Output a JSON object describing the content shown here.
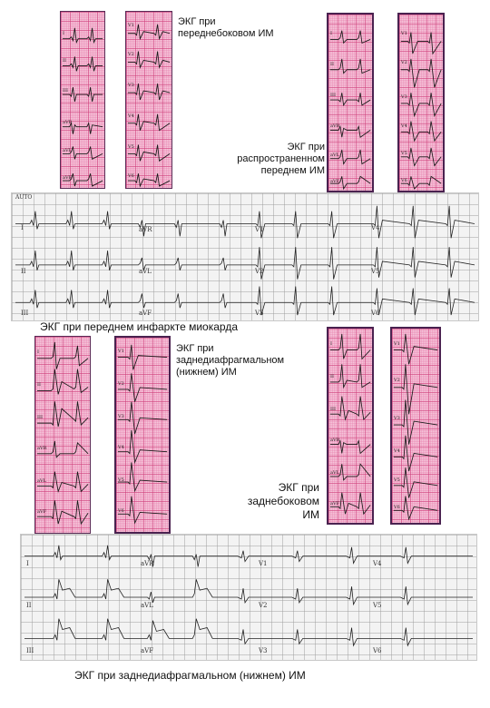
{
  "captions": {
    "anterolateral": "ЭКГ при переднебоковом ИМ",
    "extensive_anterior": "ЭКГ при распространенном переднем ИМ",
    "anterior": "ЭКГ при переднем инфаркте миокарда",
    "inferior_top": "ЭКГ при заднедиафрагмальном (нижнем) ИМ",
    "posterolateral": "ЭКГ при заднебоковом ИМ",
    "inferior_bottom": "ЭКГ при заднедиафрагмальном (нижнем) ИМ"
  },
  "limb_leads": [
    "I",
    "II",
    "III",
    "aVR",
    "aVL",
    "aVF"
  ],
  "chest_leads": [
    "V1",
    "V2",
    "V3",
    "V4",
    "V5",
    "V6"
  ],
  "wide_strip_1": {
    "header": "AUTO",
    "rows": [
      [
        "I",
        "aVR",
        "V1",
        "V4"
      ],
      [
        "II",
        "aVL",
        "V2",
        "V5"
      ],
      [
        "III",
        "aVF",
        "V3",
        "V6"
      ]
    ]
  },
  "wide_strip_2": {
    "rows": [
      [
        "I",
        "aVR",
        "V1",
        "V4"
      ],
      [
        "II",
        "aVL",
        "V2",
        "V5"
      ],
      [
        "III",
        "aVF",
        "V3",
        "V6"
      ]
    ]
  }
}
